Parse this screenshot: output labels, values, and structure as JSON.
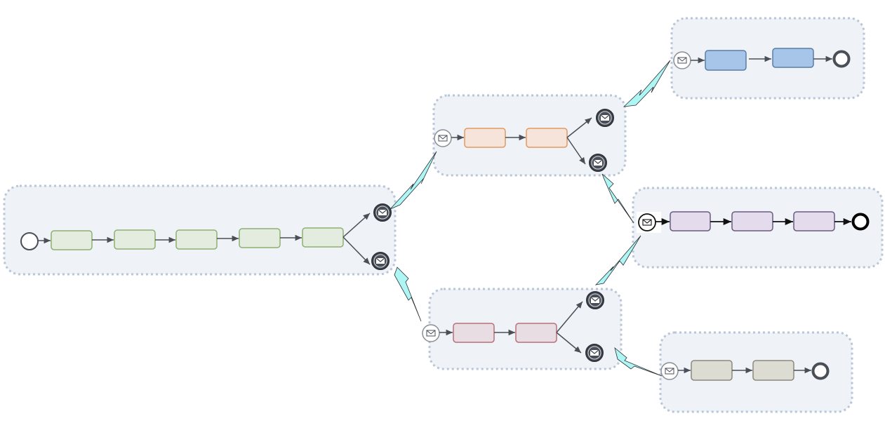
{
  "colors": {
    "pool_fill": "#eff3f8",
    "pool_border": "#b9c6d8",
    "connector": "#4a4f57",
    "bolt_fill": "#aef6f4",
    "bolt_stroke": "#2a2f36"
  },
  "pools": [
    {
      "id": "A",
      "task_fill": "#e4ecdf",
      "task_stroke": "#8fb071",
      "task_count": 5,
      "start": "circle-start-event-icon",
      "throws": 2
    },
    {
      "id": "B",
      "task_fill": "#f6e4da",
      "task_stroke": "#e09a61",
      "task_count": 2,
      "start": "envelope-start-event-icon",
      "throws": 2
    },
    {
      "id": "C",
      "task_fill": "#e8dde2",
      "task_stroke": "#b7707a",
      "task_count": 2,
      "start": "envelope-start-event-icon",
      "throws": 2
    },
    {
      "id": "D",
      "task_fill": "#a7c4e9",
      "task_stroke": "#5b7da6",
      "task_count": 2,
      "start": "envelope-start-event-icon",
      "end": "end-event-icon"
    },
    {
      "id": "E",
      "task_fill": "#e4dcec",
      "task_stroke": "#6a5a80",
      "task_count": 3,
      "start": "envelope-start-event-icon",
      "end": "end-event-icon"
    },
    {
      "id": "F",
      "task_fill": "#dcdcd2",
      "task_stroke": "#8a8a80",
      "task_count": 2,
      "start": "envelope-start-event-icon",
      "end": "end-event-icon"
    }
  ],
  "message_flows": 6
}
